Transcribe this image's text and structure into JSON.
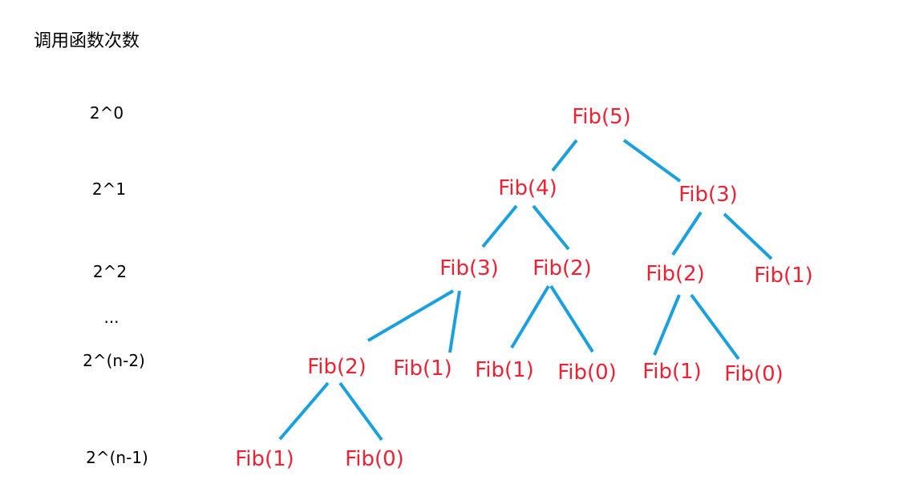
{
  "title": "调用函数次数",
  "levels": [
    "2^0",
    "2^1",
    "2^2",
    "...",
    "2^(n-2)",
    "2^(n-1)"
  ],
  "nodes": {
    "n5": "Fib(5)",
    "n4": "Fib(4)",
    "n3a": "Fib(3)",
    "n3b": "Fib(3)",
    "n2a": "Fib(2)",
    "n2b": "Fib(2)",
    "n1a": "Fib(1)",
    "n2c": "Fib(2)",
    "n1b": "Fib(1)",
    "n1c": "Fib(1)",
    "n0a": "Fib(0)",
    "n1d": "Fib(1)",
    "n0b": "Fib(0)",
    "n1e": "Fib(1)",
    "n0c": "Fib(0)"
  },
  "colors": {
    "node_text": "#ee2233",
    "edge": "#1ba0df",
    "label_text": "#000000"
  }
}
